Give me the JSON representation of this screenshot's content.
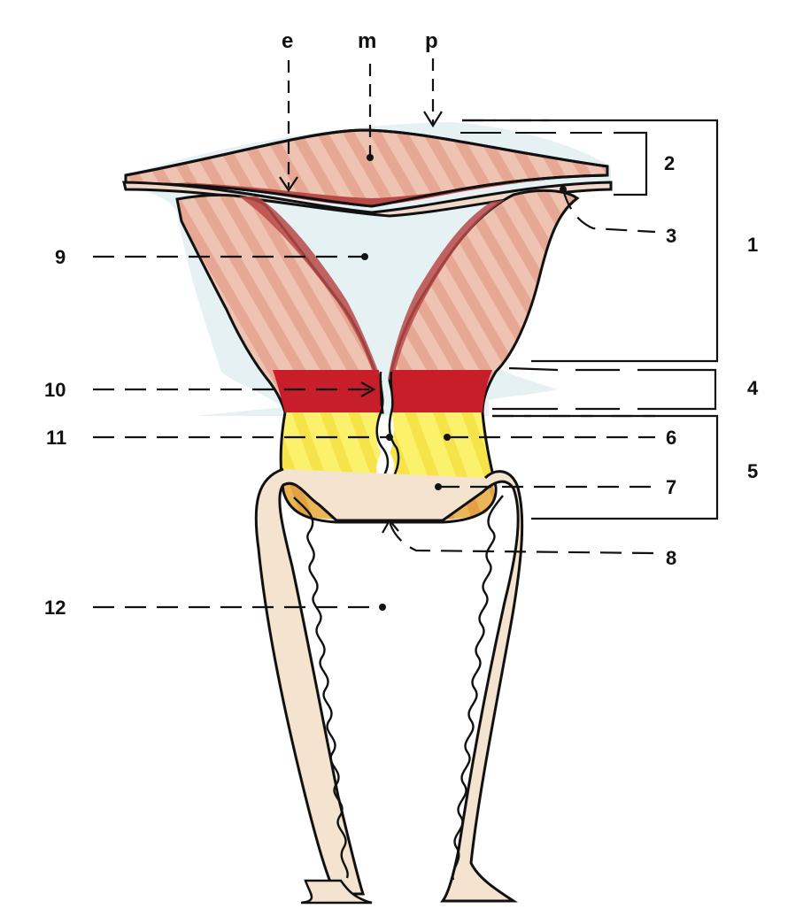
{
  "labels": {
    "e": "e",
    "m": "m",
    "p": "p",
    "n1": "1",
    "n2": "2",
    "n3": "3",
    "n4": "4",
    "n5": "5",
    "n6": "6",
    "n7": "7",
    "n8": "8",
    "n9": "9",
    "n10": "10",
    "n11": "11",
    "n12": "12"
  },
  "colors": {
    "body_pink": "#eebfae",
    "body_stripe": "#e6a48e",
    "muscle_dark": "#b84a48",
    "isthmus_red": "#c71e2a",
    "cervix_yellow": "#fbef5c",
    "cervix_orange": "#eab04e",
    "vagina_fill": "#f3e3cf",
    "halo_blue": "#b9dce2",
    "outline": "#111111"
  }
}
